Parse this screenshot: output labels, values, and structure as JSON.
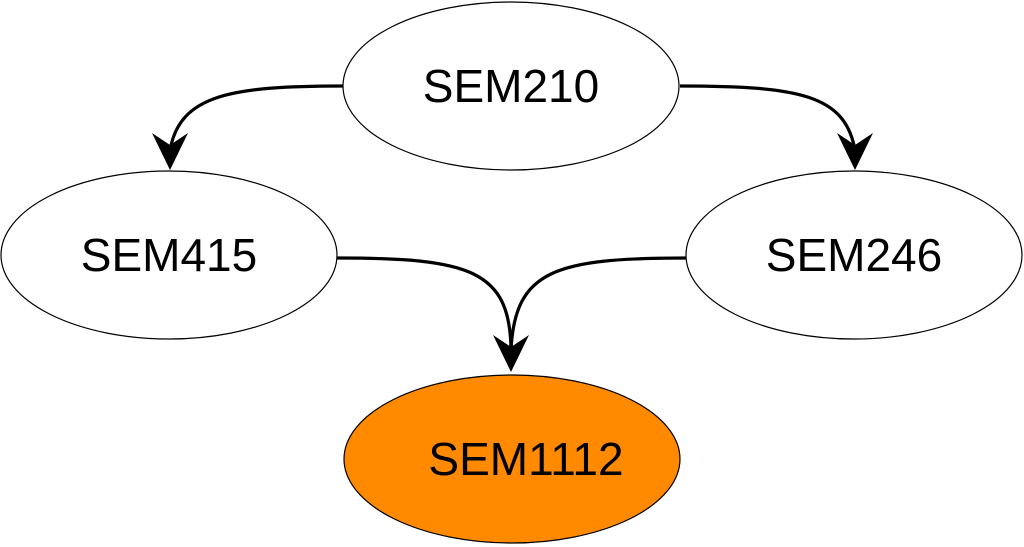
{
  "nodes": {
    "sem210": {
      "label": "SEM210",
      "fill": "#ffffff"
    },
    "sem415": {
      "label": "SEM415",
      "fill": "#ffffff"
    },
    "sem246": {
      "label": "SEM246",
      "fill": "#ffffff"
    },
    "sem1112": {
      "label": "SEM1112",
      "fill": "#ff8a00"
    }
  },
  "edges": [
    {
      "from": "SEM210",
      "to": "SEM415"
    },
    {
      "from": "SEM210",
      "to": "SEM246"
    },
    {
      "from": "SEM415",
      "to": "SEM1112"
    },
    {
      "from": "SEM246",
      "to": "SEM1112"
    }
  ],
  "colors": {
    "stroke": "#000000",
    "highlight": "#ff8a00"
  }
}
